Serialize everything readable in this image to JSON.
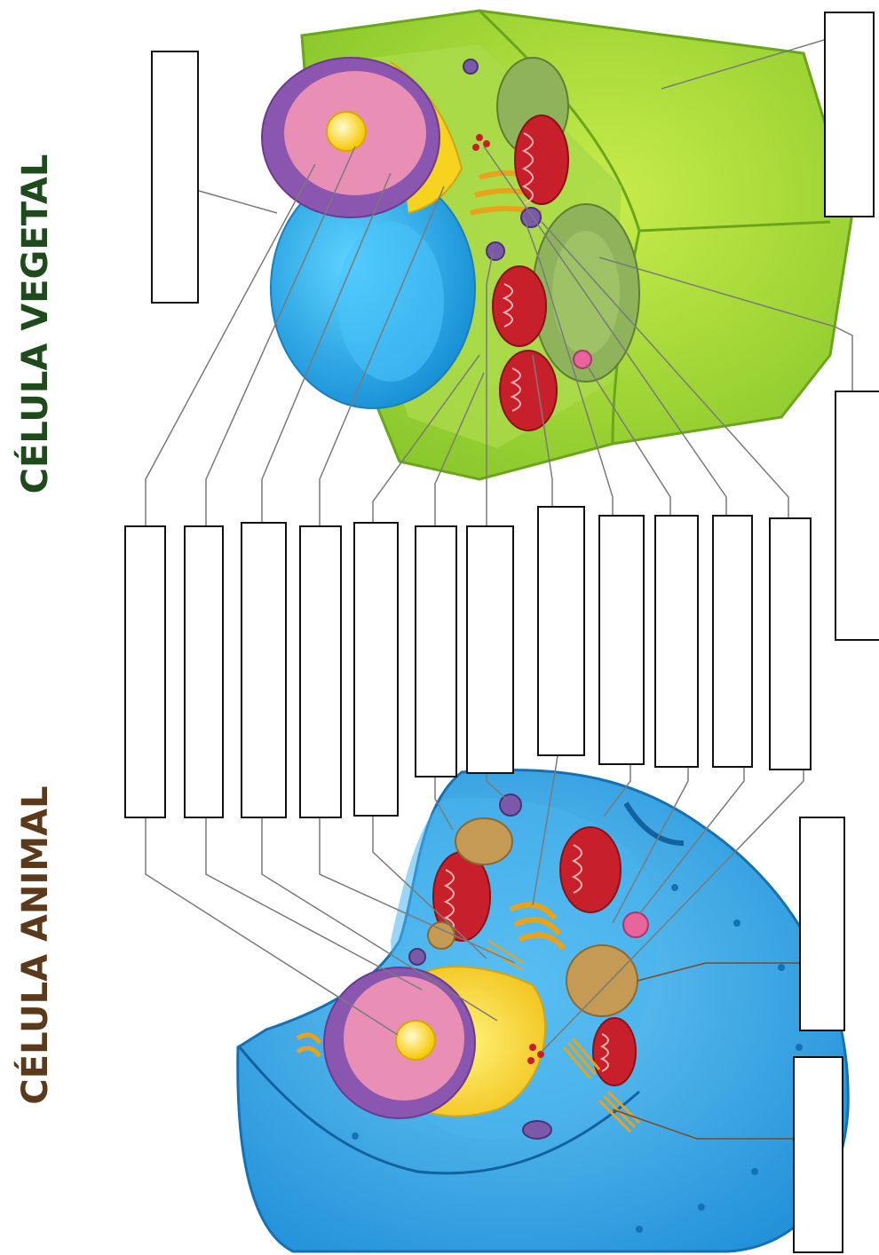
{
  "titles": {
    "vegetal": "CÉLULA VEGETAL",
    "animal": "CÉLULA ANIMAL"
  },
  "colors": {
    "vegetal_title": "#1f4a1c",
    "animal_title": "#5a3a1a",
    "cell_wall_green": "#8fcf2c",
    "vacuole_blue": "#2aa8e8",
    "cytoplasm_animal": "#3aa9e6",
    "nucleus_yellow": "#f7d21e",
    "nucleus_pink": "#e98fb6",
    "mitochondria_red": "#c8202a",
    "chloroplast_green": "#8fb35a",
    "leader_gray": "#7a7a7a",
    "leader_brown": "#7a4a2a"
  },
  "label_boxes": {
    "count": 17,
    "note": ""
  }
}
